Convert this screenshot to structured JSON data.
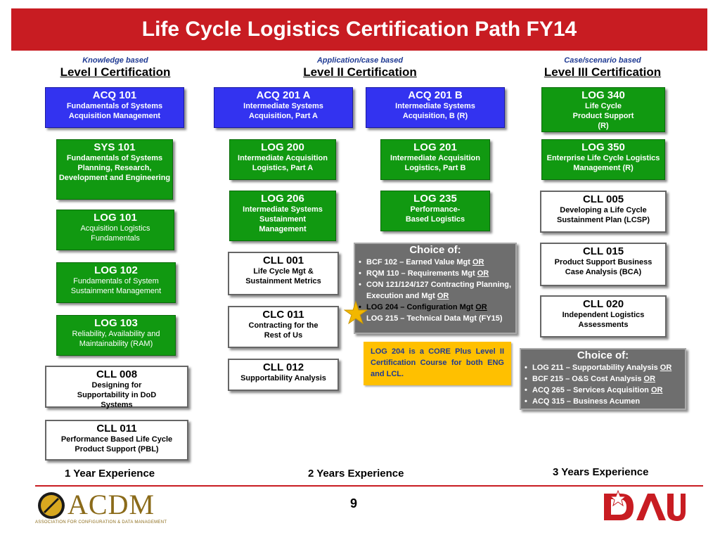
{
  "title": "Life Cycle Logistics Certification Path FY14",
  "columns": [
    {
      "sub": "Knowledge based",
      "main": "Level I  Certification"
    },
    {
      "sub": "Application/case based",
      "main": "Level II Certification"
    },
    {
      "sub": "Case/scenario based",
      "main": "Level III Certification"
    }
  ],
  "level1": {
    "acq101": {
      "code": "ACQ 101",
      "desc": "Fundamentals of Systems Acquisition Management"
    },
    "sys101": {
      "code": "SYS 101",
      "desc": "Fundamentals of Systems Planning, Research, Development and Engineering"
    },
    "log101": {
      "code": "LOG 101",
      "desc": "Acquisition Logistics Fundamentals"
    },
    "log102": {
      "code": "LOG 102",
      "desc": "Fundamentals of System Sustainment Management"
    },
    "log103": {
      "code": "LOG 103",
      "desc": "Reliability, Availability and Maintainability (RAM)"
    },
    "cll008": {
      "code": "CLL 008",
      "desc": "Designing for Supportability in DoD Systems"
    },
    "cll011": {
      "code": "CLL 011",
      "desc": "Performance Based Life Cycle Product Support (PBL)"
    }
  },
  "level2": {
    "acq201a": {
      "code": "ACQ 201 A",
      "desc": "Intermediate Systems Acquisition, Part A"
    },
    "acq201b": {
      "code": "ACQ 201 B",
      "desc": "Intermediate Systems Acquisition, B (R)"
    },
    "log200": {
      "code": "LOG 200",
      "desc": "Intermediate Acquisition Logistics, Part A"
    },
    "log201": {
      "code": "LOG 201",
      "desc": "Intermediate Acquisition Logistics, Part B"
    },
    "log206": {
      "code": "LOG 206",
      "desc": "Intermediate Systems Sustainment Management"
    },
    "log235": {
      "code": "LOG 235",
      "desc": "Performance-Based Logistics"
    },
    "cll001": {
      "code": "CLL 001",
      "desc": "Life Cycle Mgt & Sustainment Metrics"
    },
    "clc011": {
      "code": "CLC 011",
      "desc": "Contracting for the Rest of Us"
    },
    "cll012": {
      "code": "CLL 012",
      "desc": "Supportability Analysis"
    },
    "choice": {
      "title": "Choice of:",
      "items": [
        {
          "text": "BCF 102 – Earned Value Mgt ",
          "or": "OR"
        },
        {
          "text": "RQM 110 – Requirements Mgt ",
          "or": "OR"
        },
        {
          "text": "CON 121/124/127 Contracting Planning, Execution and Mgt ",
          "or": "OR"
        },
        {
          "text": "LOG 204 – Configuration Mgt ",
          "or": "OR"
        },
        {
          "text": "LOG 215 – Technical Data Mgt (FY15)",
          "or": ""
        }
      ]
    },
    "note": "LOG 204 is a CORE Plus Level II Certification Course for both ENG and LCL."
  },
  "level3": {
    "log340": {
      "code": "LOG 340",
      "desc": "Life Cycle Product Support (R)"
    },
    "log350": {
      "code": "LOG 350",
      "desc": "Enterprise Life Cycle Logistics Management (R)"
    },
    "cll005": {
      "code": "CLL 005",
      "desc": "Developing a Life Cycle Sustainment Plan (LCSP)"
    },
    "cll015": {
      "code": "CLL 015",
      "desc": "Product Support Business Case Analysis (BCA)"
    },
    "cll020": {
      "code": "CLL 020",
      "desc": "Independent Logistics Assessments"
    },
    "choice": {
      "title": "Choice of:",
      "items": [
        {
          "text": "LOG 211 – Supportability Analysis ",
          "or": "OR"
        },
        {
          "text": "BCF 215 – O&S Cost Analysis ",
          "or": "OR"
        },
        {
          "text": "ACQ 265 – Services Acquisition ",
          "or": "OR"
        },
        {
          "text": "ACQ 315 – Business Acumen",
          "or": ""
        }
      ]
    }
  },
  "experience": [
    "1 Year Experience",
    "2 Years Experience",
    "3 Years Experience"
  ],
  "page_number": "9",
  "footer": {
    "acdm_name": "ACDM",
    "acdm_tagline": "ASSOCIATION FOR CONFIGURATION & DATA MANAGEMENT",
    "dau_name": "DAU"
  },
  "colors": {
    "title_red": "#c81c22",
    "blue": "#3333f0",
    "green": "#119911",
    "gray": "#6e6e6e",
    "note_yellow": "#ffc000"
  }
}
